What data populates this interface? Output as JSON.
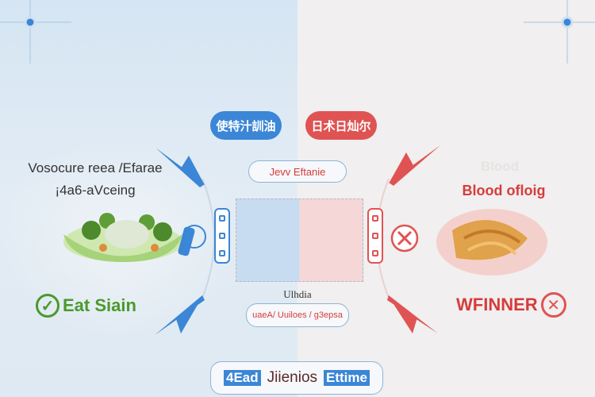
{
  "left": {
    "bubble": "使特汁訓油",
    "title_line1": "Vosocure reea /Efarae",
    "title_line2": "¡4a6-aVceing",
    "result": "Eat Siain",
    "color": "#3b86d6",
    "check_color": "#4a9a2a"
  },
  "right": {
    "bubble": "日术日灿尔",
    "title_faint": "Blood",
    "title": "Blood ofloig",
    "result": "WFINNER",
    "color": "#e05353"
  },
  "center": {
    "top_pill": "Jevv Eftanie",
    "label": "Ulhdia",
    "bottom_pill": "uaeA/ Uuiloes / g3epsa"
  },
  "footer": {
    "left_tag": "4Ead",
    "middle": "Jiienios",
    "right_tag": "Ettime"
  }
}
